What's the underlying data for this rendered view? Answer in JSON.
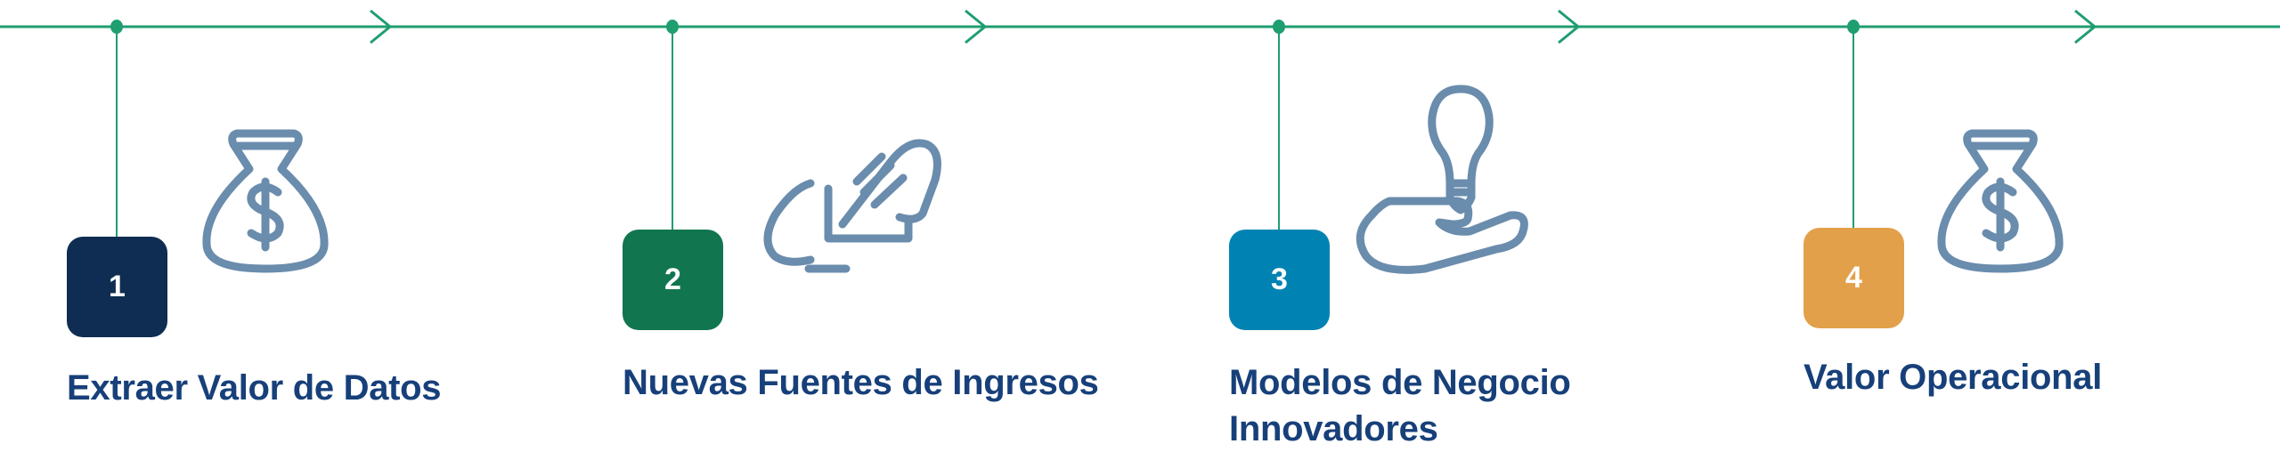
{
  "colors": {
    "line": "#1f9e70",
    "icon": "#6a8cad",
    "label": "#17407a"
  },
  "steps": [
    {
      "number": "1",
      "title": "Extraer Valor de Datos",
      "icon": "money-bag-icon",
      "color": "#0f2d52"
    },
    {
      "number": "2",
      "title": "Nuevas Fuentes de Ingresos",
      "icon": "hand-card-payment-icon",
      "color": "#117650"
    },
    {
      "number": "3",
      "title": "Modelos de Negocio Innovadores",
      "icon": "hand-lightbulb-icon",
      "color": "#0083b3"
    },
    {
      "number": "4",
      "title": "Valor Operacional",
      "icon": "money-bag-icon",
      "color": "#e2a04a"
    }
  ]
}
